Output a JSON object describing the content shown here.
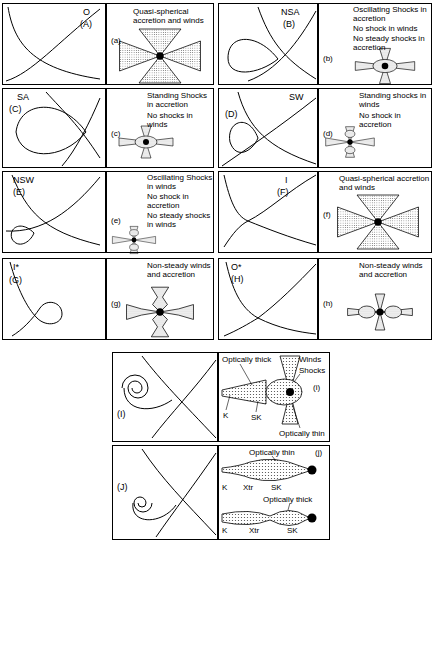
{
  "diagram": {
    "nodes": [
      {
        "text": [
          "O",
          "(A)"
        ]
      },
      {
        "text": [
          "Quasi-spherical accretion and winds",
          "(a)"
        ]
      },
      {
        "text": [
          "NSA",
          "(B)"
        ]
      },
      {
        "text": [
          "Oscillating Shocks in accretion",
          "No shock in winds",
          "No steady shocks in accretion",
          "(b)"
        ]
      },
      {
        "text": [
          "SA",
          "(C)"
        ]
      },
      {
        "text": [
          "Standing Shocks in accretion",
          "No shocks in winds",
          "(c)"
        ]
      },
      {
        "text": [
          "SW",
          "(D)"
        ]
      },
      {
        "text": [
          "Standing shocks in winds",
          "No shock in accretion",
          "(d)"
        ]
      },
      {
        "text": [
          "NSW",
          "(E)"
        ]
      },
      {
        "text": [
          "Oscillating Shocks in winds",
          "No shock in accretion",
          "No steady shocks in winds",
          "(e)"
        ]
      },
      {
        "text": [
          "I",
          "(F)"
        ]
      },
      {
        "text": [
          "Quasi-spherical accretion and winds",
          "(f)"
        ]
      },
      {
        "text": [
          "I*",
          "(G)"
        ]
      },
      {
        "text": [
          "Non-steady winds and accretion",
          "(g)"
        ]
      },
      {
        "text": [
          "O*",
          "(H)"
        ]
      },
      {
        "text": [
          "Non-steady winds and accretion",
          "(h)"
        ]
      },
      {
        "text": [
          "(I)"
        ]
      },
      {
        "text": [
          "Optically thick",
          "Winds",
          "Shocks",
          "(i)",
          "K",
          "SK",
          "Optically thin"
        ]
      },
      {
        "text": [
          "(J)"
        ]
      },
      {
        "text": [
          "Optically thin",
          "(j)",
          "K",
          "Xtr",
          "SK",
          "Optically thick",
          "K",
          "Xtr",
          "SK"
        ]
      }
    ]
  }
}
